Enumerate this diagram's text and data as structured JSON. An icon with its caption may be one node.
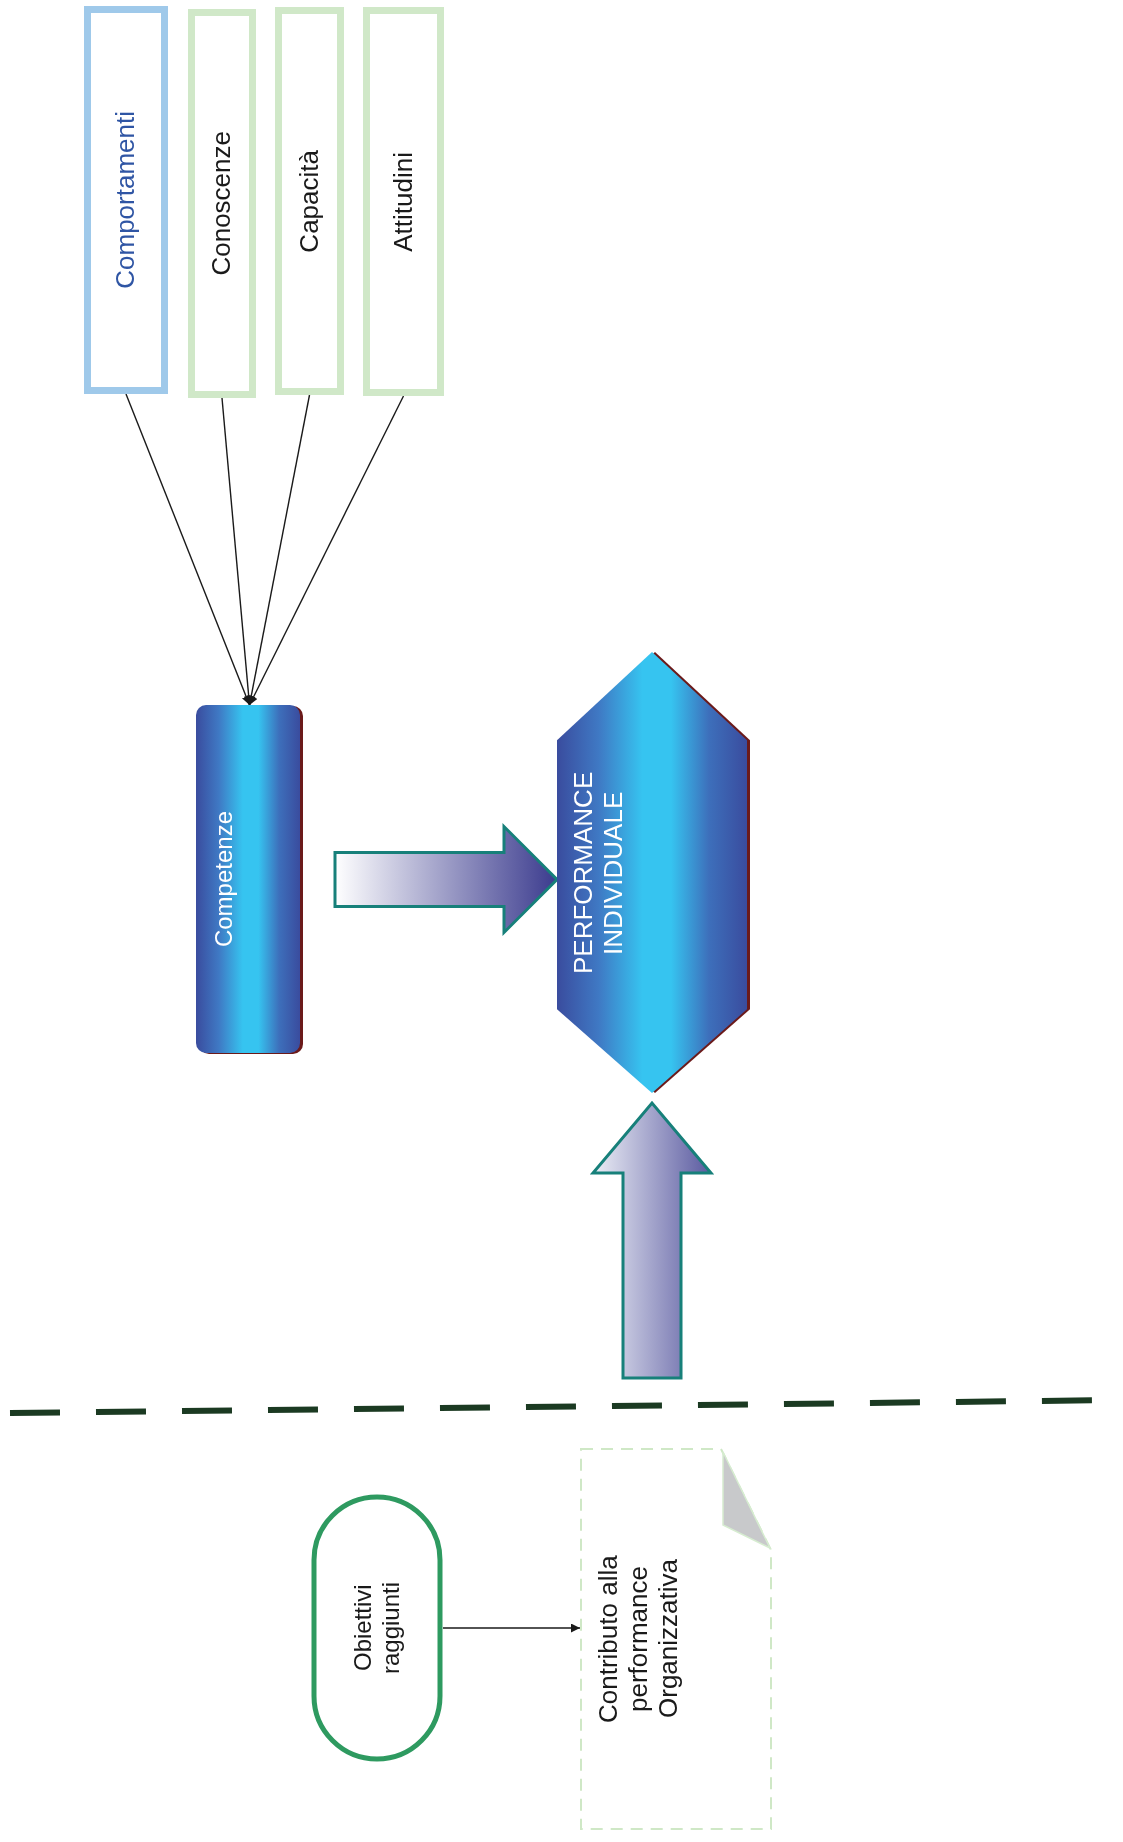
{
  "diagram": {
    "nodes": [
      {
        "text": [
          "Comportamenti"
        ]
      },
      {
        "text": [
          "Conoscenze"
        ]
      },
      {
        "text": [
          "Capacità"
        ]
      },
      {
        "text": [
          "Attitudini"
        ]
      },
      {
        "text": [
          "Competenze"
        ]
      },
      {
        "text": [
          "PERFORMANCE INDIVIDUALE"
        ]
      },
      {
        "text": [
          "Obiettivi raggiunti"
        ]
      },
      {
        "text": [
          "Contributo alla performance Organizzativa"
        ]
      }
    ],
    "edges": [
      {
        "from": 0,
        "to": 4,
        "arrow": "to"
      },
      {
        "from": 1,
        "to": 4,
        "arrow": "to"
      },
      {
        "from": 2,
        "to": 4,
        "arrow": "to"
      },
      {
        "from": 3,
        "to": 4,
        "arrow": "to"
      },
      {
        "from": 4,
        "to": 5,
        "arrow": "to",
        "style": "thick"
      },
      {
        "from": null,
        "to": 5,
        "arrow": "to",
        "style": "thick"
      },
      {
        "from": 6,
        "to": 7,
        "arrow": "to"
      }
    ]
  }
}
